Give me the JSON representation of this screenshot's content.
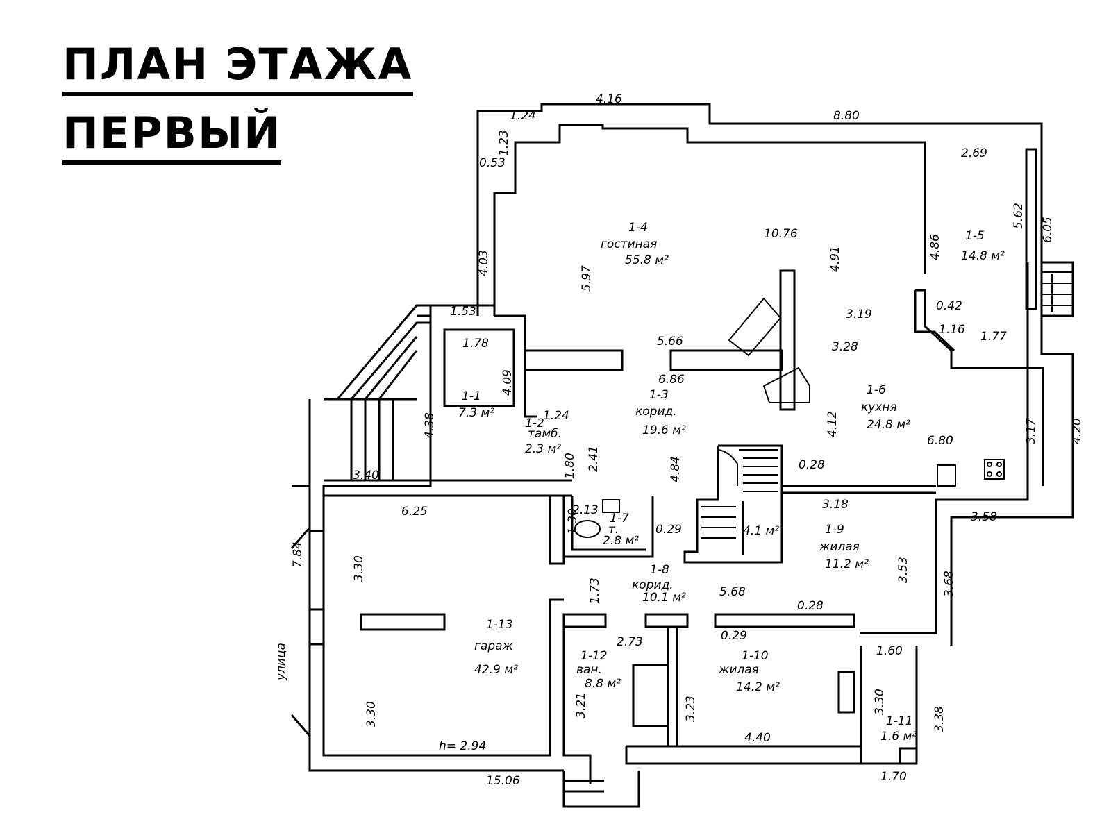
{
  "title": {
    "line1": "ПЛАН ЭТАЖА",
    "line2": "ПЕРВЫЙ"
  },
  "street_label": "улица",
  "rooms": [
    {
      "id": "1-1",
      "name": "",
      "area": "7.3 м²"
    },
    {
      "id": "1-2",
      "name": "тамб.",
      "area": "2.3 м²"
    },
    {
      "id": "1-3",
      "name": "корид.",
      "area": "19.6 м²"
    },
    {
      "id": "1-4",
      "name": "гостиная",
      "area": "55.8 м²"
    },
    {
      "id": "1-5",
      "name": "",
      "area": "14.8 м²"
    },
    {
      "id": "1-6",
      "name": "кухня",
      "area": "24.8 м²"
    },
    {
      "id": "1-7",
      "name": "т.",
      "area": "2.8 м²"
    },
    {
      "id": "1-8",
      "name": "корид.",
      "area": "10.1 м²"
    },
    {
      "id": "1-9",
      "name": "жилая",
      "area": "11.2 м²"
    },
    {
      "id": "1-10",
      "name": "жилая",
      "area": "14.2 м²"
    },
    {
      "id": "1-11",
      "name": "",
      "area": "1.6 м²"
    },
    {
      "id": "1-12",
      "name": "ван.",
      "area": "8.8 м²"
    },
    {
      "id": "1-13",
      "name": "гараж",
      "area": "42.9 м²"
    }
  ],
  "stair_area": "4.1 м²",
  "ceiling_height": "h= 2.94",
  "dimensions": [
    "4.16",
    "8.80",
    "1.24",
    "1.23",
    "0.53",
    "4.03",
    "5.97",
    "10.76",
    "4.91",
    "2.69",
    "5.62",
    "6.05",
    "4.86",
    "0.42",
    "1.16",
    "1.77",
    "3.19",
    "3.28",
    "5.66",
    "6.86",
    "1.53",
    "1.78",
    "4.09",
    "4.38",
    "1.24",
    "2.41",
    "1.80",
    "3.40",
    "6.25",
    "4.84",
    "4.12",
    "3.17",
    "4.20",
    "6.80",
    "0.28",
    "3.18",
    "3.58",
    "3.53",
    "3.68",
    "2.13",
    "1.30",
    "0.29",
    "1.73",
    "5.68",
    "0.28",
    "0.29",
    "2.73",
    "3.21",
    "3.23",
    "4.40",
    "1.60",
    "3.30",
    "3.38",
    "1.70",
    "7.84",
    "3.30",
    "3.30",
    "15.06"
  ]
}
